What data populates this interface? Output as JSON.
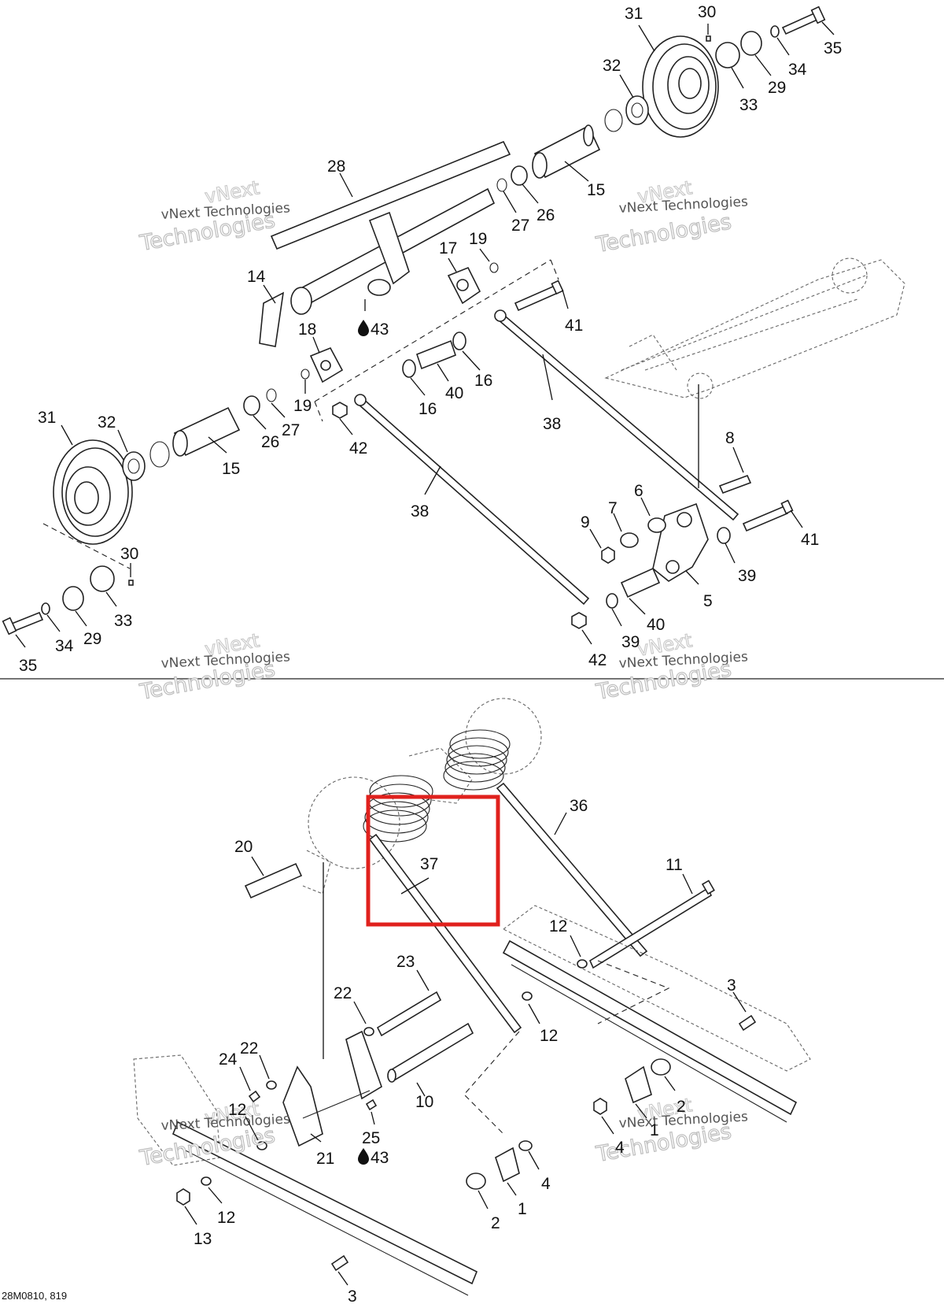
{
  "diagram_code": "28M0810, 819",
  "watermark": {
    "line1": "vNext Technologies",
    "line2": "Technologies",
    "fragment": "vNext"
  },
  "highlight_color": "#e0211d",
  "lubricant_symbol": "drop-icon",
  "callouts": {
    "c1": "31",
    "c2": "30",
    "c3": "35",
    "c4": "32",
    "c5": "34",
    "c6": "29",
    "c7": "33",
    "c8": "28",
    "c9": "15",
    "c10": "27",
    "c11": "26",
    "c12": "14",
    "c13": "17",
    "c14": "19",
    "c15": "43",
    "c16": "41",
    "c17": "18",
    "c18": "16",
    "c19": "40",
    "c20": "16",
    "c21": "19",
    "c22": "27",
    "c23": "42",
    "c24": "38",
    "c25": "31",
    "c26": "32",
    "c27": "26",
    "c28": "15",
    "c29": "38",
    "c30": "8",
    "c31": "6",
    "c32": "7",
    "c33": "9",
    "c34": "41",
    "c35": "39",
    "c36": "5",
    "c37": "30",
    "c38": "33",
    "c39": "29",
    "c40": "34",
    "c41": "35",
    "c42": "40",
    "c43": "39",
    "c44": "42",
    "d1": "36",
    "d2": "20",
    "d3": "37",
    "d4": "11",
    "d5": "12",
    "d6": "23",
    "d7": "22",
    "d8": "12",
    "d9": "3",
    "d10": "24",
    "d11": "22",
    "d12": "10",
    "d13": "12",
    "d14": "2",
    "d15": "25",
    "d16": "43",
    "d17": "21",
    "d18": "4",
    "d19": "1",
    "d20": "2",
    "d21": "1",
    "d22": "4",
    "d23": "13",
    "d24": "12",
    "d25": "3"
  }
}
